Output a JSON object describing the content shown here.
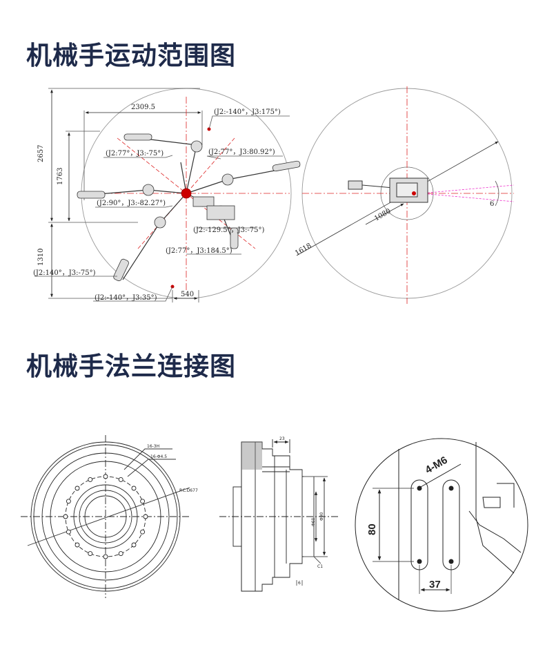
{
  "section1": {
    "title": "机械手运动范围图"
  },
  "section2": {
    "title": "机械手法兰连接图"
  },
  "motion_range": {
    "dims": {
      "reach_width": "2309.5",
      "total_height": "2657",
      "upper_height": "1763",
      "lower_height": "1310",
      "base_offset": "540",
      "top_radius": "1080",
      "outer_radius": "1618",
      "angle": "6"
    },
    "poses": [
      "(J2:-140°，J3:175°)",
      "(J2:77°，J3:-75°)",
      "(J2:77°，J3:80.92°)",
      "(J2:90°，J3:-82.27°)",
      "(J2:-129.5°，J3:-75°)",
      "(J2:77°，J3:184.5°)",
      "(J2:140°，J3:-75°)",
      "(J2:-140°，J3:35°)"
    ]
  },
  "flange": {
    "front_labels": [
      "16-3H",
      "16-Φ4.5",
      "P.C.D677"
    ],
    "side_labels": [
      "23",
      "Φ60",
      "Φ90",
      "C1",
      "6"
    ],
    "detail": {
      "screw_label": "4-M6",
      "height": "80",
      "spacing": "37"
    }
  }
}
